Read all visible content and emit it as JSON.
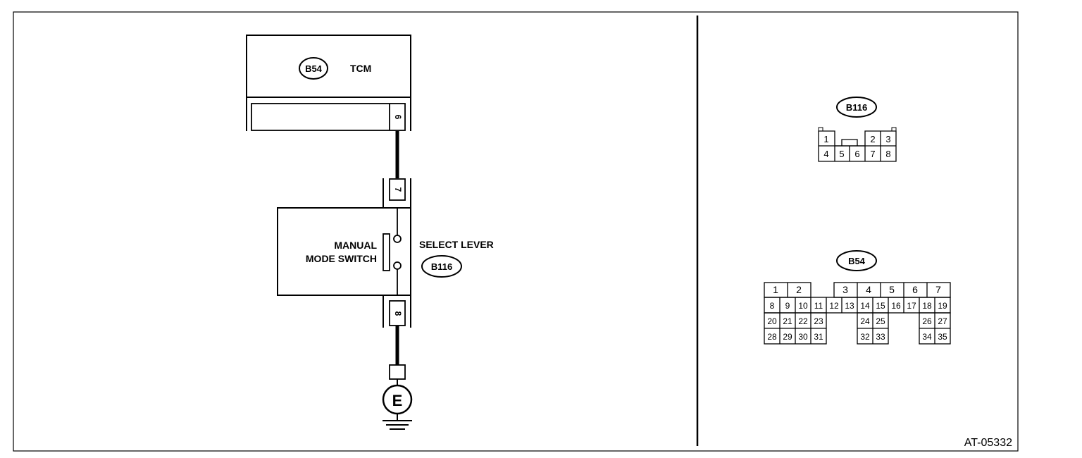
{
  "figure_id": "AT-05332",
  "tcm": {
    "connector": "B54",
    "name": "TCM",
    "pin": "6"
  },
  "switch": {
    "connector": "B116",
    "name_line1": "MANUAL",
    "name_line2": "MODE SWITCH",
    "assembly": "SELECT LEVER",
    "pin_top": "7",
    "pin_bottom": "8"
  },
  "ground": {
    "symbol": "E"
  },
  "connector_b116": {
    "label": "B116",
    "row1": [
      "1",
      "2",
      "3"
    ],
    "row2": [
      "4",
      "5",
      "6",
      "7",
      "8"
    ]
  },
  "connector_b54": {
    "label": "B54",
    "row1": [
      "1",
      "2",
      "3",
      "4",
      "5",
      "6",
      "7"
    ],
    "row2": [
      "8",
      "9",
      "10",
      "11",
      "12",
      "13",
      "14",
      "15",
      "16",
      "17",
      "18",
      "19"
    ],
    "row3": [
      "20",
      "21",
      "22",
      "23",
      "24",
      "25",
      "26",
      "27"
    ],
    "row4": [
      "28",
      "29",
      "30",
      "31",
      "32",
      "33",
      "34",
      "35"
    ]
  }
}
